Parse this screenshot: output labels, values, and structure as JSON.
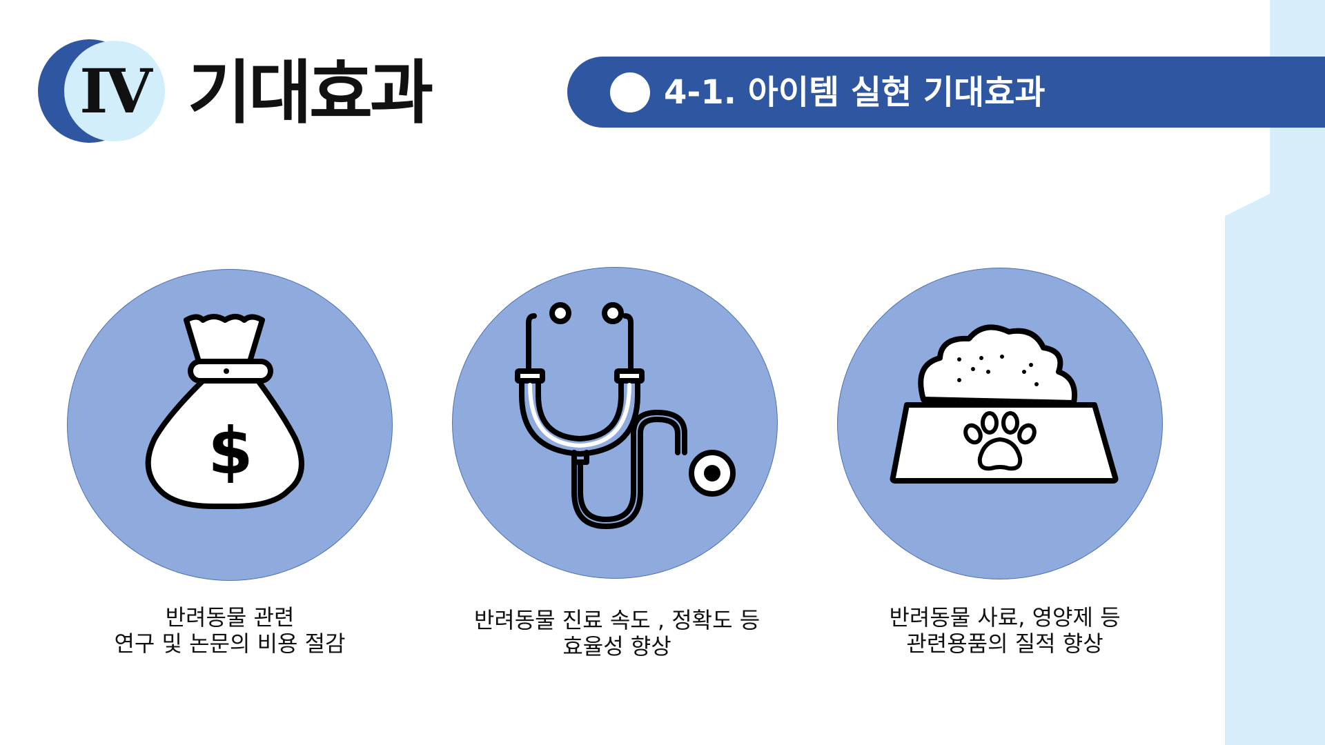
{
  "section": {
    "roman": "IV",
    "title": "기대효과",
    "banner": "4-1. 아이템 실현 기대효과"
  },
  "colors": {
    "accent": "#2f56a0",
    "circle_fill": "#8faadc",
    "light_blue": "#d6eefa"
  },
  "items": [
    {
      "icon": "money-bag-icon",
      "symbol": "$",
      "line1": "반려동물 관련",
      "line2": "연구 및 논문의 비용 절감"
    },
    {
      "icon": "stethoscope-icon",
      "line1": "반려동물 진료 속도 , 정확도 등",
      "line2": "효율성 향상"
    },
    {
      "icon": "pet-food-bowl-icon",
      "line1": "반려동물 사료, 영양제 등",
      "line2": "관련용품의 질적 향상"
    }
  ]
}
